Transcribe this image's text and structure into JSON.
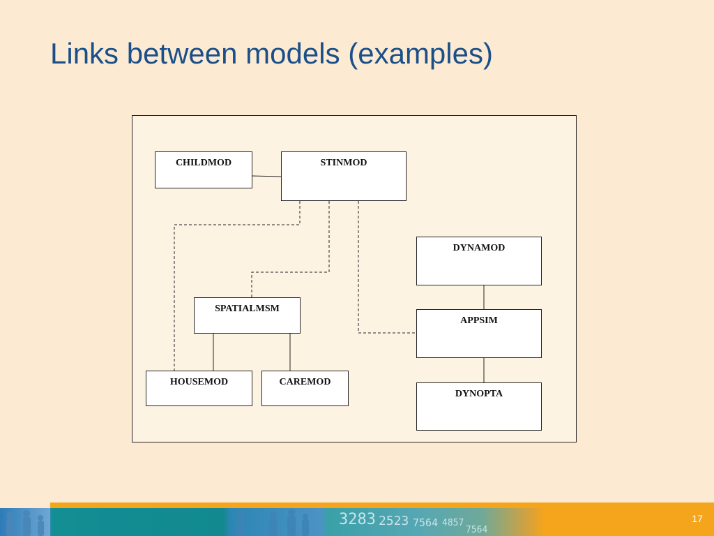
{
  "slide": {
    "title": "Links between models (examples)",
    "page_number": "17"
  },
  "diagram": {
    "nodes": {
      "childmod": "CHILDMOD",
      "stinmod": "STINMOD",
      "dynamod": "DYNAMOD",
      "spatialmsm": "SPATIALMSM",
      "appsim": "APPSIM",
      "housemod": "HOUSEMOD",
      "caremod": "CAREMOD",
      "dynopta": "DYNOPTA"
    },
    "edges": [
      {
        "from": "childmod",
        "to": "stinmod",
        "style": "solid"
      },
      {
        "from": "stinmod",
        "to": "housemod",
        "style": "dashed"
      },
      {
        "from": "stinmod",
        "to": "spatialmsm",
        "style": "dashed"
      },
      {
        "from": "stinmod",
        "to": "appsim",
        "style": "dashed"
      },
      {
        "from": "dynamod",
        "to": "appsim",
        "style": "solid"
      },
      {
        "from": "appsim",
        "to": "dynopta",
        "style": "solid"
      },
      {
        "from": "spatialmsm",
        "to": "housemod",
        "style": "solid"
      },
      {
        "from": "spatialmsm",
        "to": "caremod",
        "style": "solid"
      }
    ]
  },
  "footer": {
    "digits_1": "3283",
    "digits_2": "2523",
    "digits_3": "7564",
    "digits_4": "4857",
    "digits_5": "7564"
  },
  "colors": {
    "background": "#fcebd2",
    "title": "#1b4f8a",
    "footer_orange": "#f4a51c",
    "footer_teal": "#11898f"
  }
}
